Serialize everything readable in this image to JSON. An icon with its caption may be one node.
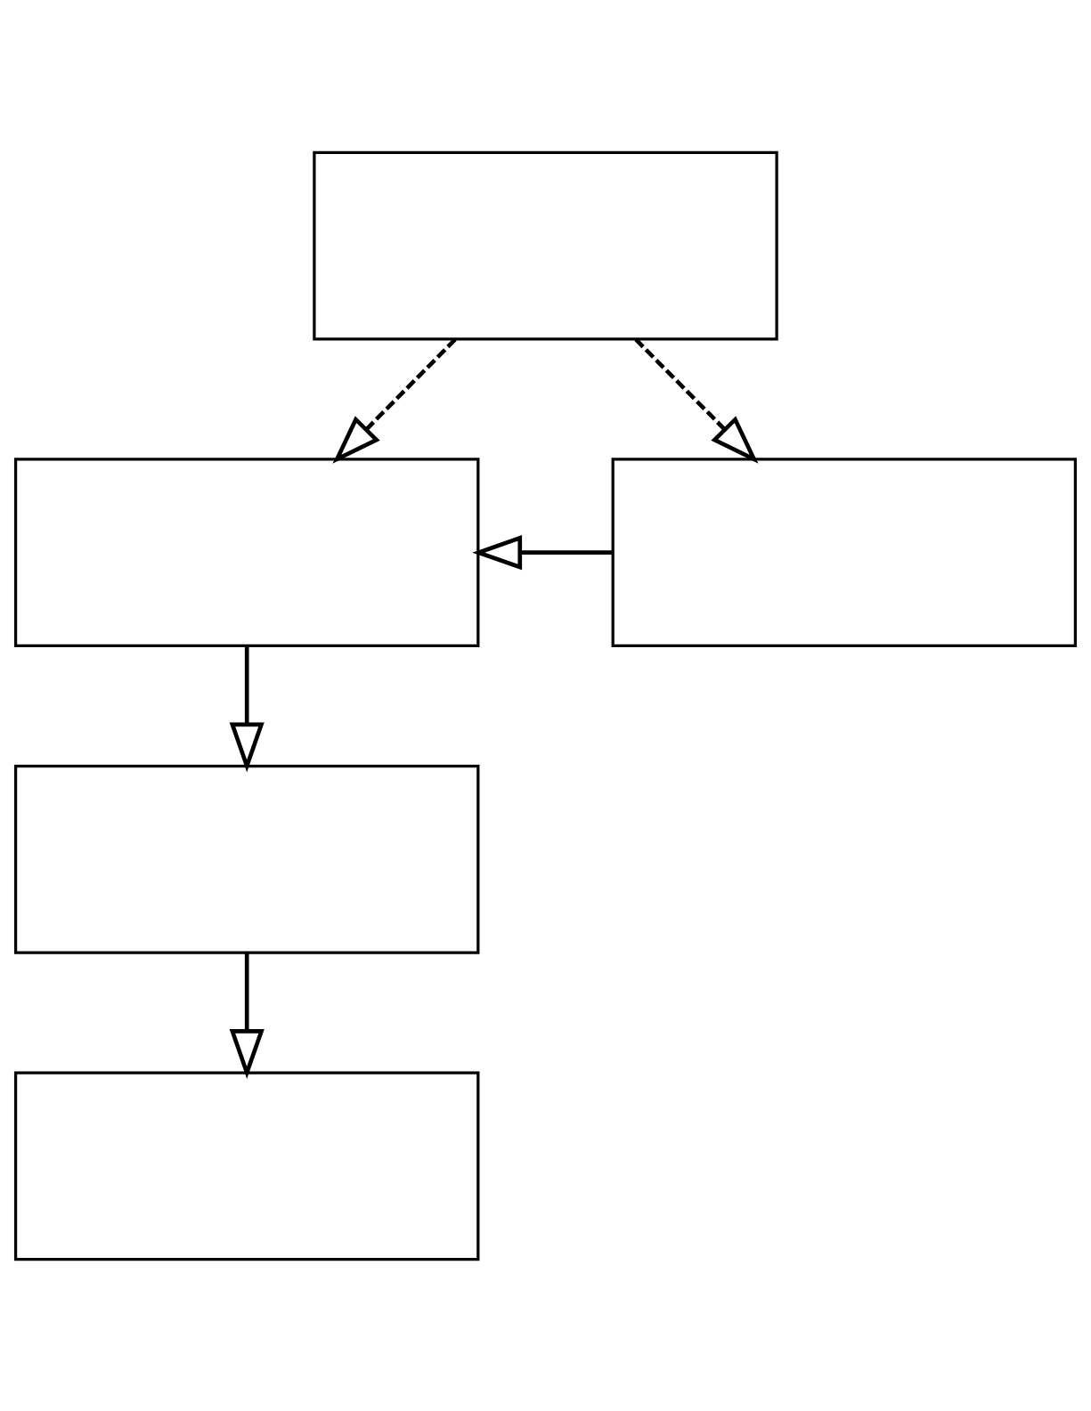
{
  "diagram": {
    "nodes": [
      {
        "text": [],
        "shape": "box"
      },
      {
        "text": [],
        "shape": "box"
      },
      {
        "text": [],
        "shape": "box"
      },
      {
        "text": [],
        "shape": "box"
      },
      {
        "text": [],
        "shape": "box"
      }
    ],
    "edges": [
      {
        "from": 0,
        "to": 1,
        "arrow": "to",
        "style": "dashed"
      },
      {
        "from": 0,
        "to": 2,
        "arrow": "to",
        "style": "dashed"
      },
      {
        "from": 2,
        "to": 1,
        "arrow": "to"
      },
      {
        "from": 1,
        "to": 3,
        "arrow": "to"
      },
      {
        "from": 3,
        "to": 4,
        "arrow": "to"
      }
    ]
  }
}
